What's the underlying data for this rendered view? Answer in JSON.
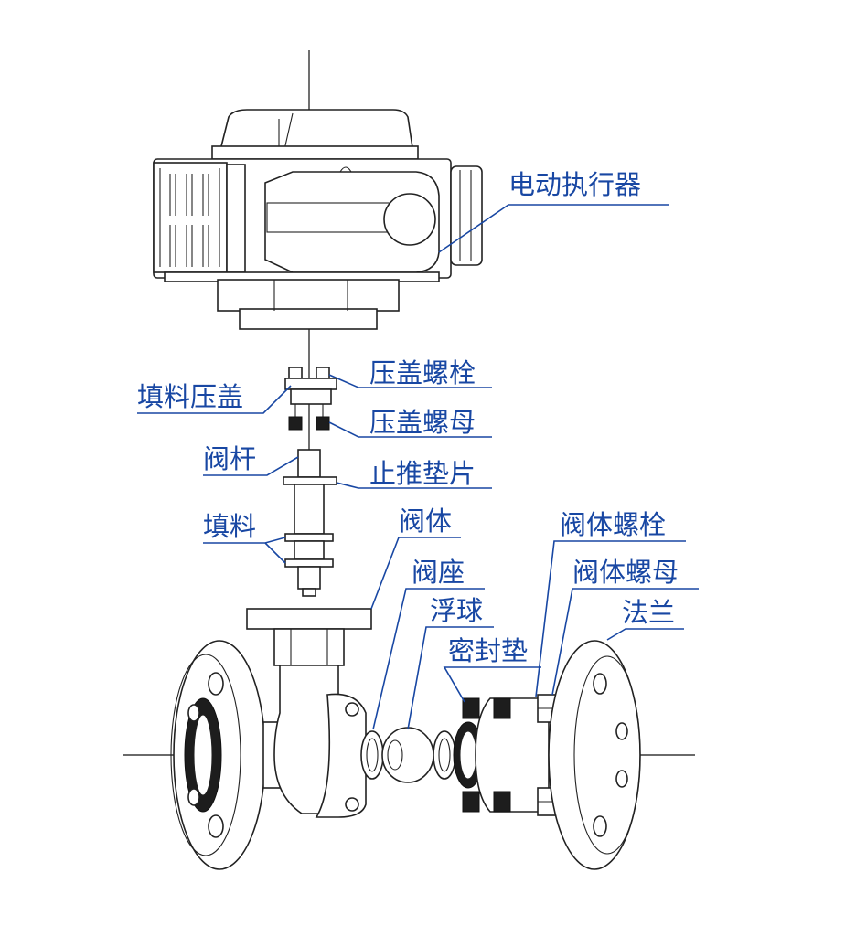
{
  "labels": {
    "actuator": "电动执行器",
    "packing_gland": "填料压盖",
    "gland_bolt": "压盖螺栓",
    "gland_nut": "压盖螺母",
    "stem": "阀杆",
    "thrust_washer": "止推垫片",
    "packing": "填料",
    "body": "阀体",
    "seat": "阀座",
    "ball": "浮球",
    "gasket": "密封垫",
    "body_bolt": "阀体螺栓",
    "body_nut": "阀体螺母",
    "flange": "法兰"
  },
  "colors": {
    "label": "#1847a3",
    "line": "#222222",
    "background": "#ffffff"
  }
}
